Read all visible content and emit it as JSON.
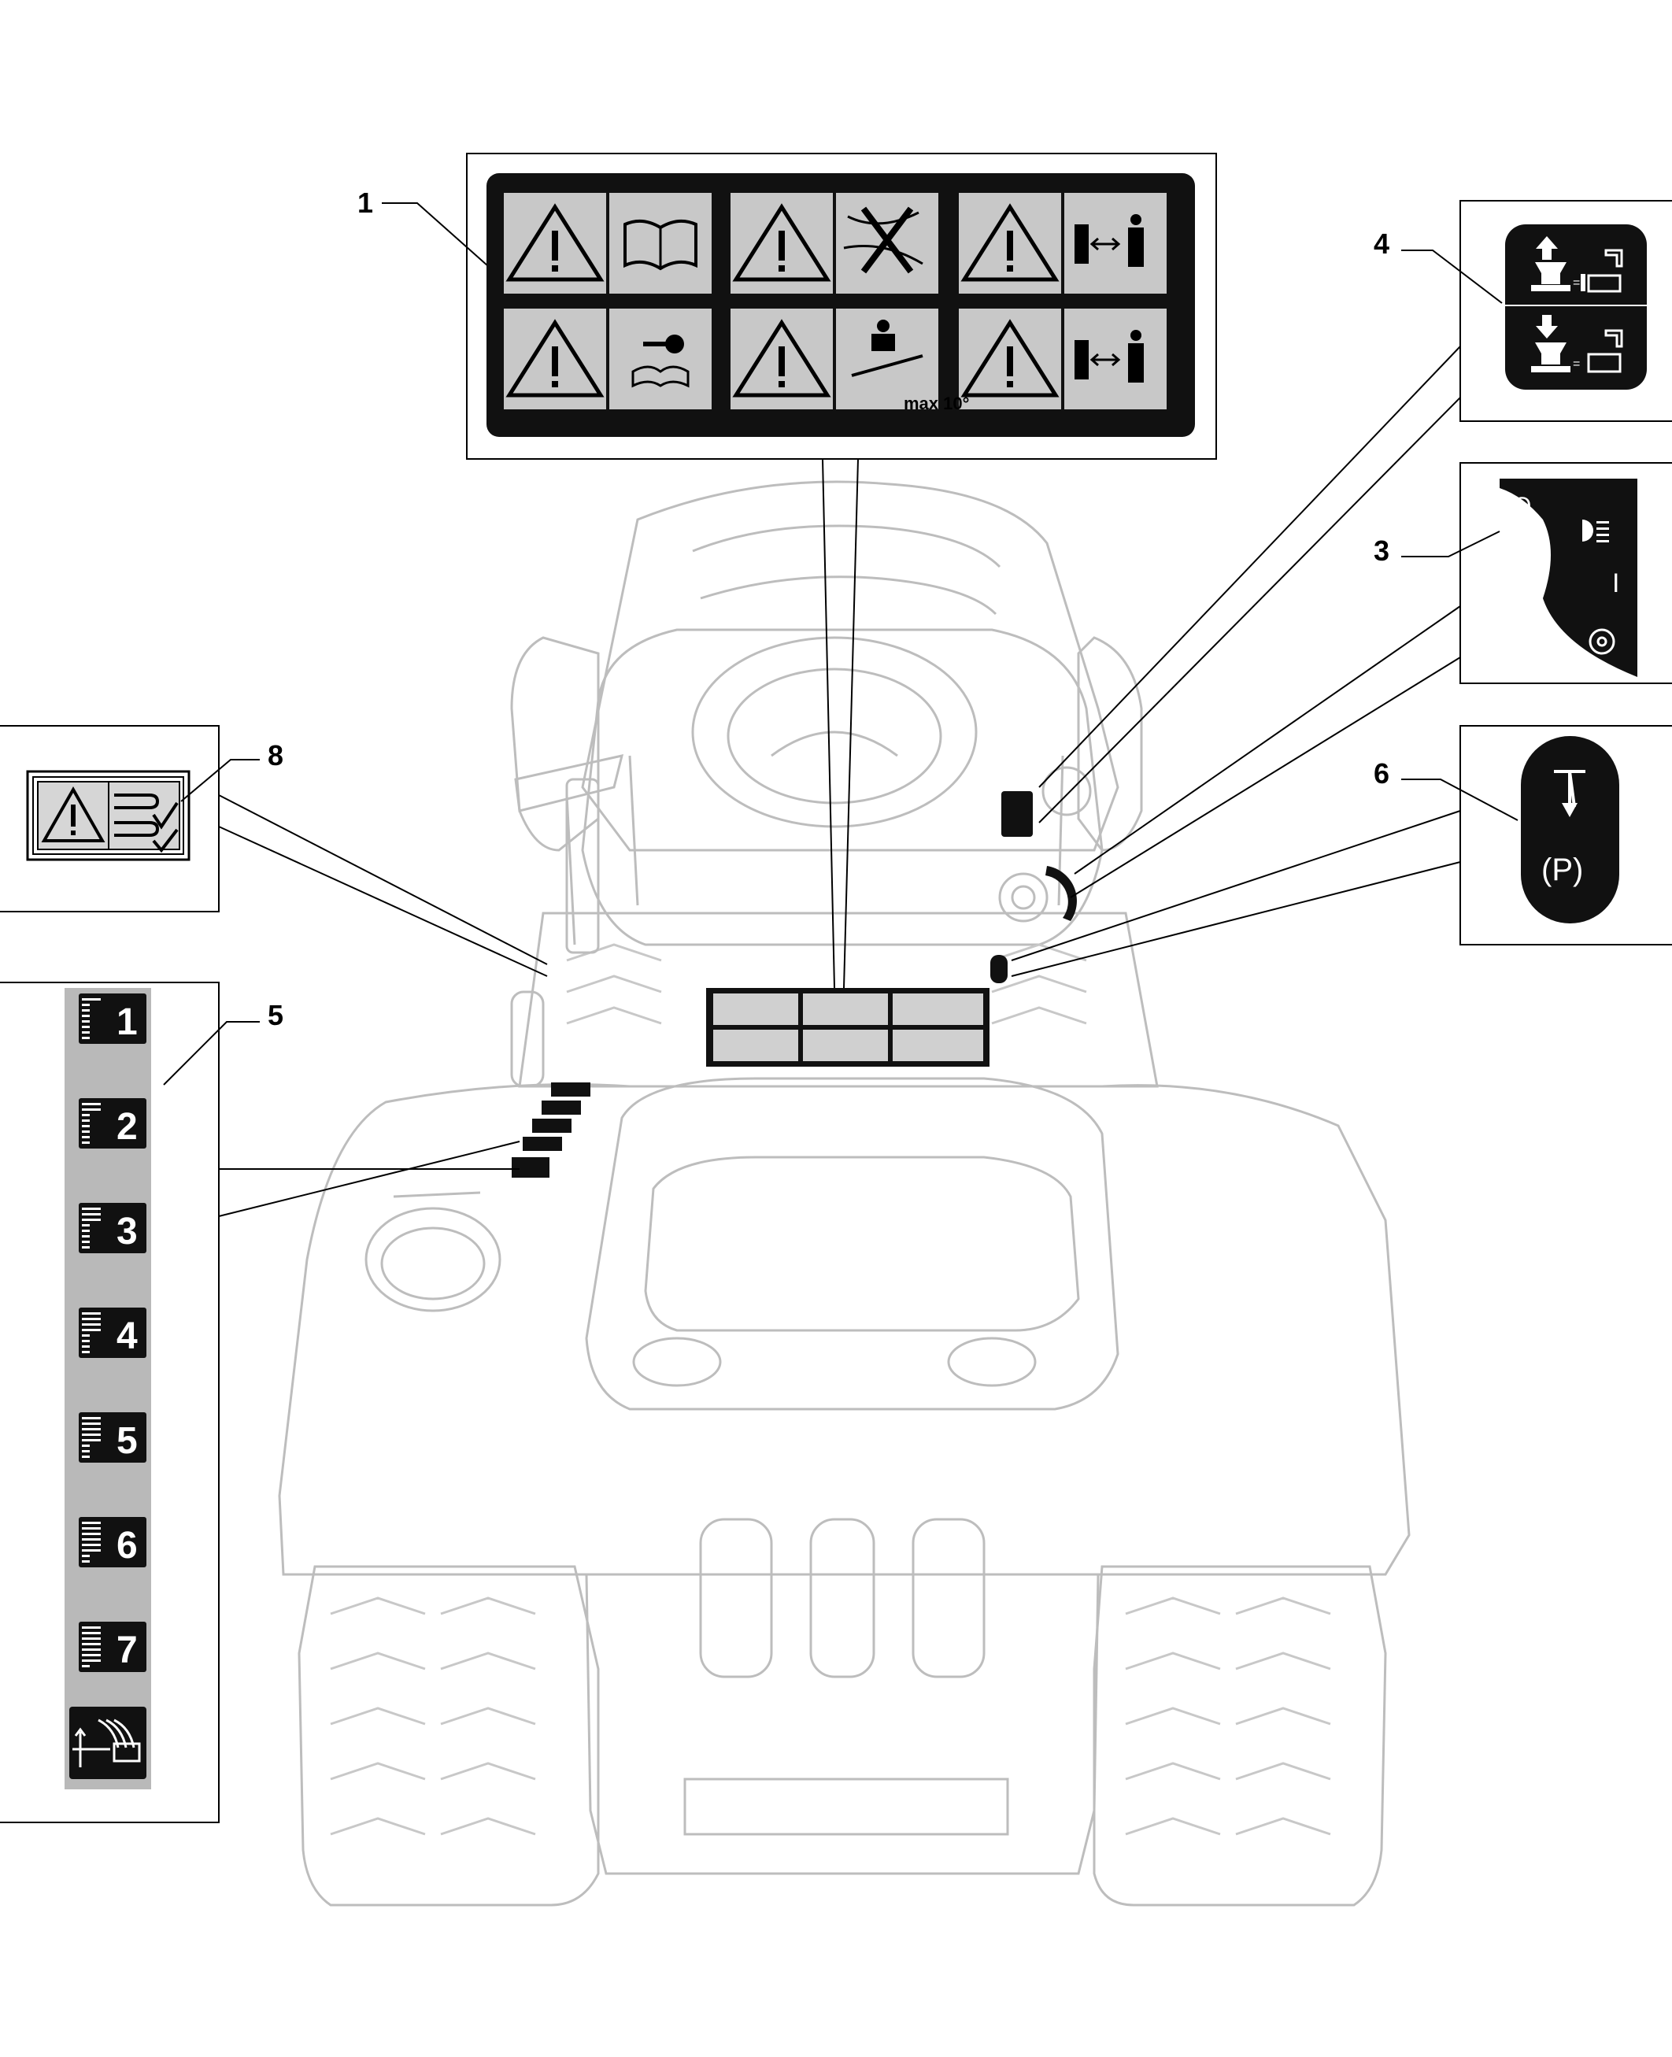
{
  "callouts": {
    "n1": "1",
    "n3": "3",
    "n4": "4",
    "n5": "5",
    "n6": "6",
    "n8": "8"
  },
  "decal1": {
    "slope_text": "max 10°"
  },
  "decal3": {
    "off_symbol": "O",
    "on_symbol": "I"
  },
  "decal5": {
    "levels": [
      "1",
      "2",
      "3",
      "4",
      "5",
      "6",
      "7"
    ]
  },
  "decal6": {
    "parking_symbol": "(P)"
  },
  "colors": {
    "decal_black": "#111111",
    "panel_grey": "#c8c8c8",
    "strip_grey": "#b9b9b9",
    "tractor_outline": "#bdbdbd"
  }
}
